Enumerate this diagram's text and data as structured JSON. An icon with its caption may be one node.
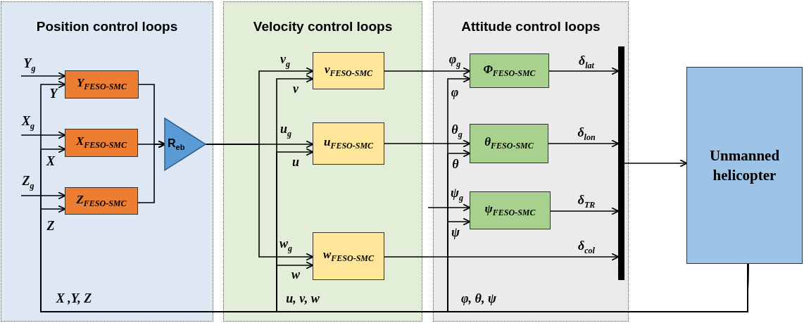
{
  "diagram": {
    "nodes": [
      {
        "text": [
          "Position control loops"
        ]
      },
      {
        "text": [
          "Y$_{FESO-SMC}$"
        ],
        "in": 0
      },
      {
        "text": [
          "X$_{FESO-SMC}$"
        ],
        "in": 0
      },
      {
        "text": [
          "Z$_{FESO-SMC}$"
        ],
        "in": 0
      },
      {
        "text": [
          "R$_{eb}$"
        ],
        "in": 0
      },
      {
        "text": [
          "Velocity control loops"
        ]
      },
      {
        "text": [
          "v$_{FESO-SMC}$"
        ],
        "in": 5
      },
      {
        "text": [
          "u$_{FESO-SMC}$"
        ],
        "in": 5
      },
      {
        "text": [
          "w$_{FESO-SMC}$"
        ],
        "in": 5
      },
      {
        "text": [
          "Attitude control loops"
        ]
      },
      {
        "text": [
          "Φ$_{FESO-SMC}$"
        ],
        "in": 9
      },
      {
        "text": [
          "θ$_{FESO-SMC}$"
        ],
        "in": 9
      },
      {
        "text": [
          "ψ$_{FESO-SMC}$"
        ],
        "in": 9
      },
      {
        "text": [],
        "shape": "bar",
        "in": 9
      },
      {
        "text": [
          "Unmanned helicopter"
        ]
      }
    ],
    "edges": [
      {
        "from": null,
        "to": 1,
        "arrow": "to",
        "label": "Y$_{g}$"
      },
      {
        "from": 14,
        "to": 1,
        "arrow": "to",
        "label": "Y"
      },
      {
        "from": null,
        "to": 2,
        "arrow": "to",
        "label": "X$_{g}$"
      },
      {
        "from": 14,
        "to": 2,
        "arrow": "to",
        "label": "X"
      },
      {
        "from": null,
        "to": 3,
        "arrow": "to",
        "label": "Z$_{g}$"
      },
      {
        "from": 14,
        "to": 3,
        "arrow": "to",
        "label": "Z"
      },
      {
        "from": 1,
        "to": 4,
        "arrow": "to"
      },
      {
        "from": 2,
        "to": 4,
        "arrow": "to"
      },
      {
        "from": 3,
        "to": 4,
        "arrow": "to"
      },
      {
        "from": 4,
        "to": 6,
        "arrow": "to",
        "label": "v$_{g}$"
      },
      {
        "from": 14,
        "to": 6,
        "arrow": "to",
        "label": "v"
      },
      {
        "from": 4,
        "to": 7,
        "arrow": "to",
        "label": "u$_{g}$"
      },
      {
        "from": 14,
        "to": 7,
        "arrow": "to",
        "label": "u"
      },
      {
        "from": 4,
        "to": 8,
        "arrow": "to",
        "label": "w$_{g}$"
      },
      {
        "from": 14,
        "to": 8,
        "arrow": "to",
        "label": "w"
      },
      {
        "from": 6,
        "to": 10,
        "arrow": "to",
        "label": "φ$_{g}$"
      },
      {
        "from": 14,
        "to": 10,
        "arrow": "to",
        "label": "φ"
      },
      {
        "from": 7,
        "to": 11,
        "arrow": "to",
        "label": "θ$_{g}$"
      },
      {
        "from": 14,
        "to": 11,
        "arrow": "to",
        "label": "θ"
      },
      {
        "from": null,
        "to": 12,
        "arrow": "to",
        "label": "ψ$_{g}$"
      },
      {
        "from": 14,
        "to": 12,
        "arrow": "to",
        "label": "ψ"
      },
      {
        "from": 10,
        "to": 13,
        "arrow": "to",
        "label": "δ$_{lat}$"
      },
      {
        "from": 11,
        "to": 13,
        "arrow": "to",
        "label": "δ$_{lon}$"
      },
      {
        "from": 12,
        "to": 13,
        "arrow": "to",
        "label": "δ$_{TR}$"
      },
      {
        "from": 8,
        "to": 13,
        "arrow": "to",
        "label": "δ$_{col}$"
      },
      {
        "from": 13,
        "to": 14,
        "arrow": "to"
      }
    ],
    "labels": [
      "X ,Y, Z",
      "u, v, w",
      "φ,  θ,  ψ"
    ]
  }
}
